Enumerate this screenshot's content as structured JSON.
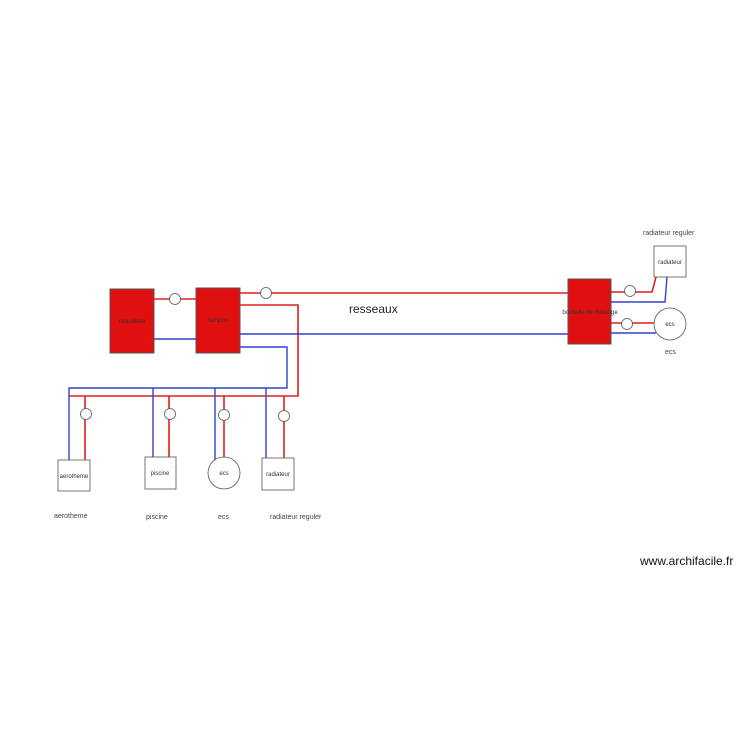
{
  "colors": {
    "hot": "#e02020",
    "cold": "#3040d0",
    "equipment_fill": "#e01010",
    "equipment_border": "#555555",
    "outline": "#555555"
  },
  "labels": {
    "chaudiere": "chaudiere",
    "tampon": "tampon",
    "bouteille": "bouteille de melange",
    "resseaux": "resseaux",
    "radiateur_top_caption": "radiateur reguler",
    "radiateur_top_box": "radiateur",
    "ecs_right_circle": "ecs",
    "ecs_right_caption": "ecs",
    "aerotheme_box": "aerotheme",
    "aerotheme_caption": "aerotheme",
    "piscine_box": "piscine",
    "piscine_caption": "piscine",
    "ecs_bottom_circle": "ecs",
    "ecs_bottom_caption": "ecs",
    "radiateur_bottom_box": "radiateur",
    "radiateur_bottom_caption": "radiateur reguler",
    "watermark": "www.archifacile.fr"
  }
}
